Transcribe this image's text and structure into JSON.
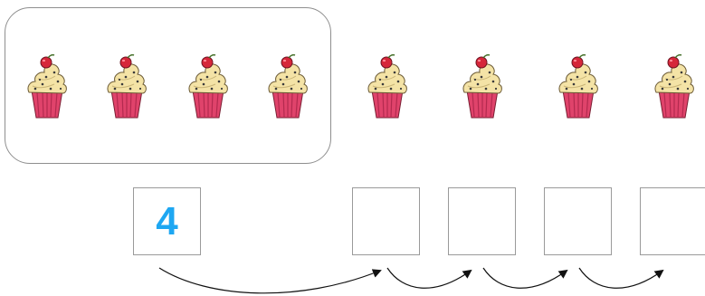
{
  "colors": {
    "number": "#1ea7f2",
    "box_border": "#9a9a9a",
    "frame_border": "#8f8f8f",
    "arrow": "#111111",
    "cupcake_wrapper": "#e0436b",
    "cupcake_frosting": "#f4e3a6",
    "cupcake_cherry": "#d6273a"
  },
  "cupcakes": {
    "icon": "cupcake-icon",
    "grouped_count": 4,
    "total_count": 8
  },
  "boxes": [
    {
      "value": "4"
    },
    {
      "value": ""
    },
    {
      "value": ""
    },
    {
      "value": ""
    },
    {
      "value": ""
    }
  ],
  "arrows": {
    "icon": "curved-arrow-icon",
    "count": 4
  }
}
